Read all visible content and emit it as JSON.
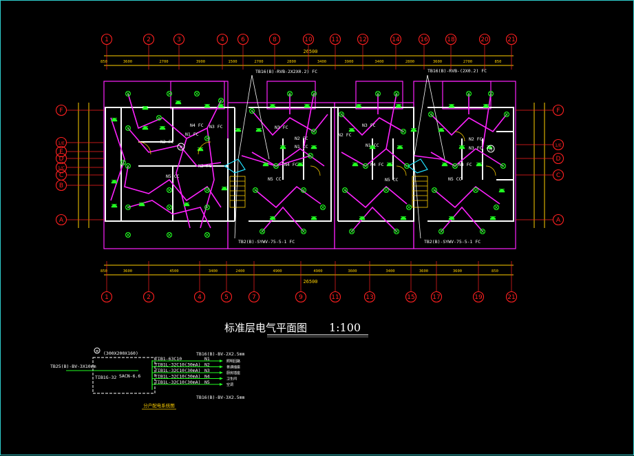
{
  "colors": {
    "background": "#000000",
    "wall": "#ffffff",
    "wiring": "#ff22ff",
    "fixture": "#22ff22",
    "axis": "#ff2020",
    "dimension": "#ffd000",
    "text": "#ffffff",
    "highlight": "#22e0ff"
  },
  "axes": {
    "top": [
      "1",
      "2",
      "3",
      "4",
      "6",
      "8",
      "10",
      "11",
      "12",
      "14",
      "16",
      "18",
      "20",
      "21"
    ],
    "bottom": [
      "1",
      "2",
      "4",
      "5",
      "7",
      "9",
      "11",
      "13",
      "15",
      "17",
      "19",
      "21"
    ],
    "left": [
      "F",
      "1/E",
      "E",
      "D",
      "1/C",
      "C",
      "B",
      "A"
    ],
    "right": [
      "F",
      "1/E",
      "D",
      "C",
      "A"
    ]
  },
  "dimensions": {
    "top_total": "26500",
    "bottom_total": "26500",
    "top_segments": [
      "850",
      "3600",
      "2700",
      "3900",
      "1500",
      "2700",
      "2800",
      "3400",
      "3900",
      "3400",
      "2800",
      "3600",
      "2700",
      "850"
    ],
    "bottom_segments": [
      "850",
      "3600",
      "4500",
      "3400",
      "2400",
      "4900",
      "4900",
      "3600",
      "3400",
      "3600",
      "3600",
      "850"
    ]
  },
  "labels": {
    "title": "标准层电气平面图",
    "scale": "1:100",
    "cable_top_left": "TB16(B)-RVB-2X2X0.2) FC",
    "cable_top_right": "TB16(B)-RVB-(2X0.2) FC",
    "cable_bottom_left": "TB2(B)-SYWV-75-5-1 FC",
    "cable_bottom_right": "TB2(B)-SYWV-75-5-1 FC",
    "circuits": [
      "N1 FC",
      "N2 FC",
      "N3 FC",
      "N4 FC",
      "N5 CC",
      "N1 CC",
      "N2 FC",
      "N3 FC",
      "N4 FC",
      "N5 CC",
      "N1 CC",
      "N2 FC",
      "N3 FC",
      "N4 FC",
      "N5 CC"
    ],
    "box_tag": "M"
  },
  "panel": {
    "box_symbol": "M",
    "box_size": "(300X200X160)",
    "incoming": "TB25(B)-BV-3X10mm",
    "main_breaker": "TIB1G-32",
    "box_model": "SACN-6.6",
    "branch_top_cable": "TB16(B)-BV-2X2.5mm",
    "branch_bottom_cable": "TB16(B)-BV-3X2.5mm",
    "outgoing": [
      {
        "breaker": "TIB1-63C10",
        "circuit": "N1",
        "use": "照明回路"
      },
      {
        "breaker": "TIB1L-32C10(30mA)",
        "circuit": "N2",
        "use": "普通插座"
      },
      {
        "breaker": "TIB1L-32C10(30mA)",
        "circuit": "N3",
        "use": "厨房插座"
      },
      {
        "breaker": "TIB1L-32C10(30mA)",
        "circuit": "N4",
        "use": "卫生间"
      },
      {
        "breaker": "TIB1L-32C10(30mA)",
        "circuit": "N5",
        "use": "空调"
      }
    ],
    "caption": "分户配电系统图"
  }
}
